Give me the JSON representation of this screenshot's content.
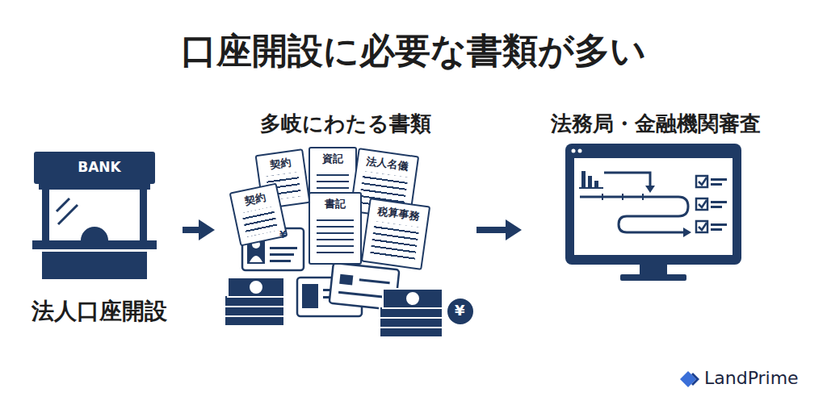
{
  "diagram": {
    "title": "口座開設に必要な書類が多い",
    "nodes": [
      {
        "text": [
          "BANK",
          "法人口座開設"
        ]
      },
      {
        "text": [
          "多岐にわたる書類"
        ]
      },
      {
        "text": [
          "契約"
        ],
        "in": 1
      },
      {
        "text": [
          "資記"
        ],
        "in": 1
      },
      {
        "text": [
          "法人名儀"
        ],
        "in": 1
      },
      {
        "text": [
          "契約"
        ],
        "in": 1
      },
      {
        "text": [
          "書記"
        ],
        "in": 1
      },
      {
        "text": [
          "税算事務"
        ],
        "in": 1
      },
      {
        "text": [
          "法務局・金融機関審査"
        ]
      }
    ],
    "edges": [
      {
        "from": 0,
        "to": 1,
        "arrow": "to"
      },
      {
        "from": 1,
        "to": 8,
        "arrow": "to"
      }
    ],
    "labels": [
      "¥",
      "¥",
      "LandPrime"
    ]
  }
}
